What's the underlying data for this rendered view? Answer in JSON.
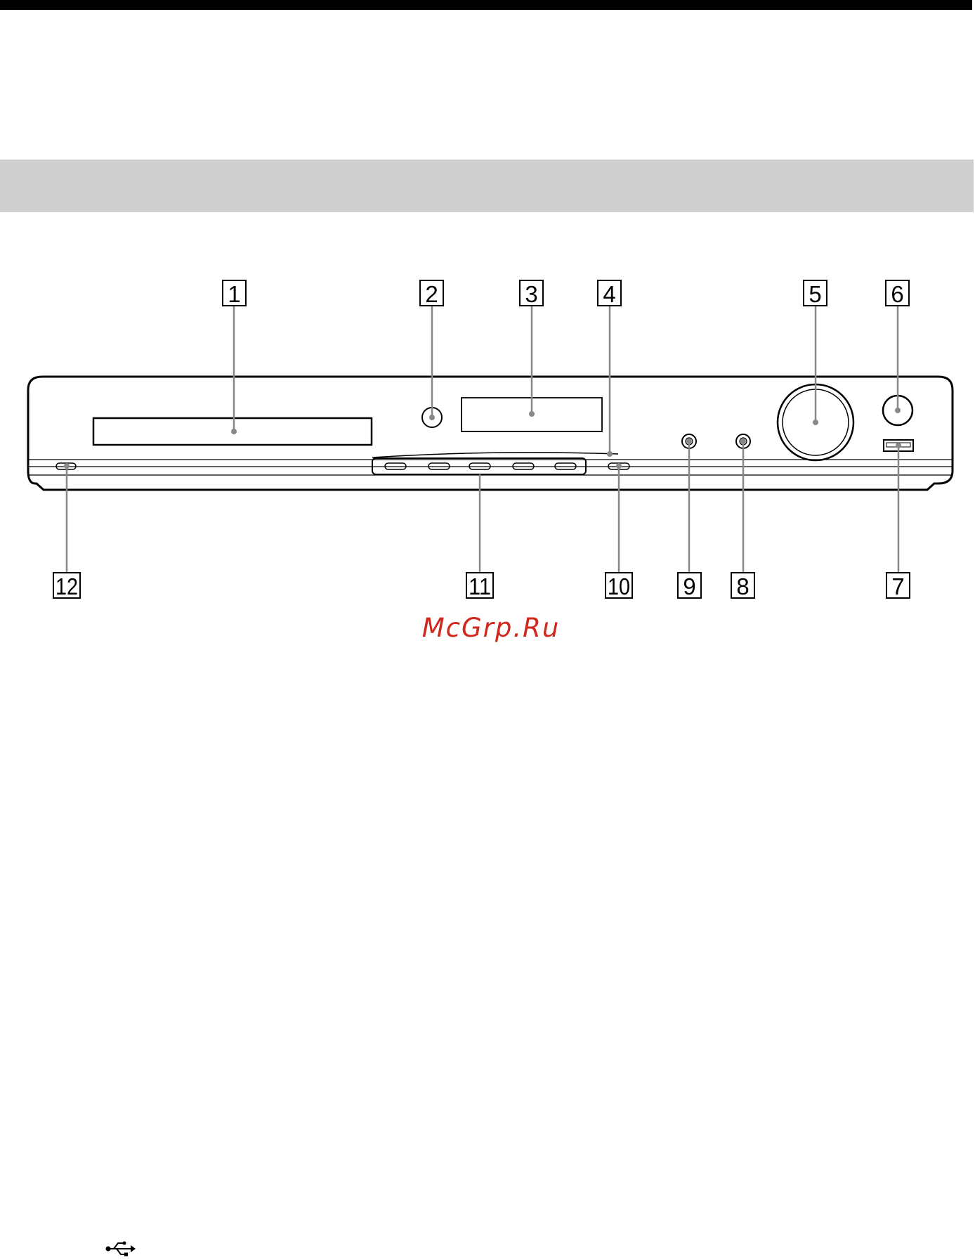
{
  "figure": {
    "callouts": [
      {
        "id": "c1",
        "label": "1"
      },
      {
        "id": "c2",
        "label": "2"
      },
      {
        "id": "c3",
        "label": "3"
      },
      {
        "id": "c4",
        "label": "4"
      },
      {
        "id": "c5",
        "label": "5"
      },
      {
        "id": "c6",
        "label": "6"
      },
      {
        "id": "c7",
        "label": "7"
      },
      {
        "id": "c8",
        "label": "8"
      },
      {
        "id": "c9",
        "label": "9"
      },
      {
        "id": "c10",
        "label": "10"
      },
      {
        "id": "c11",
        "label": "11"
      },
      {
        "id": "c12",
        "label": "12"
      }
    ]
  },
  "watermark": {
    "text": "McGrp.Ru"
  },
  "icons": {
    "usb": "usb-icon"
  }
}
